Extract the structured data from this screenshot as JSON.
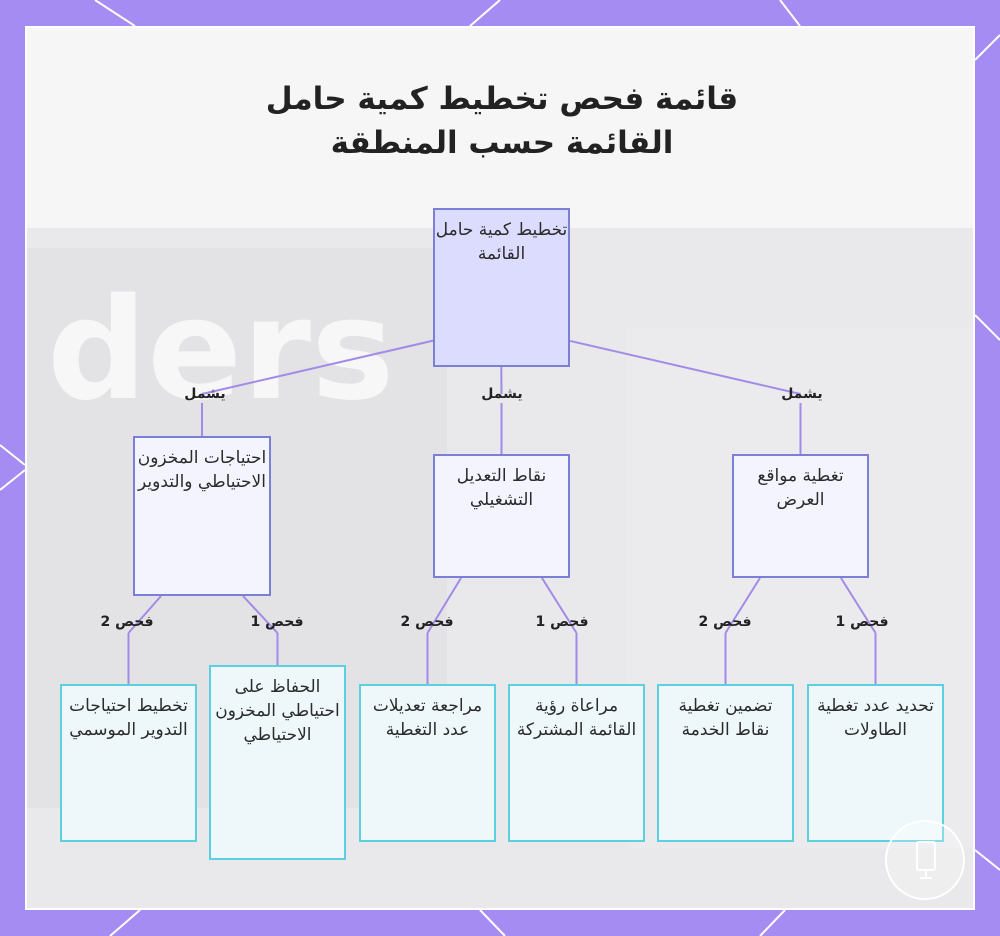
{
  "title": {
    "line1": "قائمة فحص تخطيط كمية حامل",
    "line2": "القائمة حسب المنطقة"
  },
  "diagram": {
    "root": "تخطيط كمية حامل القائمة",
    "branch_label": "يشمل",
    "categories": [
      {
        "label": "تغطية مواقع العرض",
        "checks": [
          {
            "edge": "فحص 1",
            "text": "تحديد عدد تغطية الطاولات"
          },
          {
            "edge": "فحص 2",
            "text": "تضمين تغطية نقاط الخدمة"
          }
        ]
      },
      {
        "label": "نقاط التعديل التشغيلي",
        "checks": [
          {
            "edge": "فحص 1",
            "text": "مراعاة رؤية القائمة المشتركة"
          },
          {
            "edge": "فحص 2",
            "text": "مراجعة تعديلات عدد التغطية"
          }
        ]
      },
      {
        "label": "احتياجات المخزون الاحتياطي والتدوير",
        "checks": [
          {
            "edge": "فحص 1",
            "text": "الحفاظ على احتياطي المخزون الاحتياطي"
          },
          {
            "edge": "فحص 2",
            "text": "تخطيط احتياجات التدوير الموسمي"
          }
        ]
      }
    ]
  },
  "colors": {
    "frame": "#a58cf2",
    "root_fill": "#dcdcff",
    "node_border": "#7b7fd6",
    "leaf_border": "#5ccfe0",
    "edge_line": "#a48ae8"
  }
}
